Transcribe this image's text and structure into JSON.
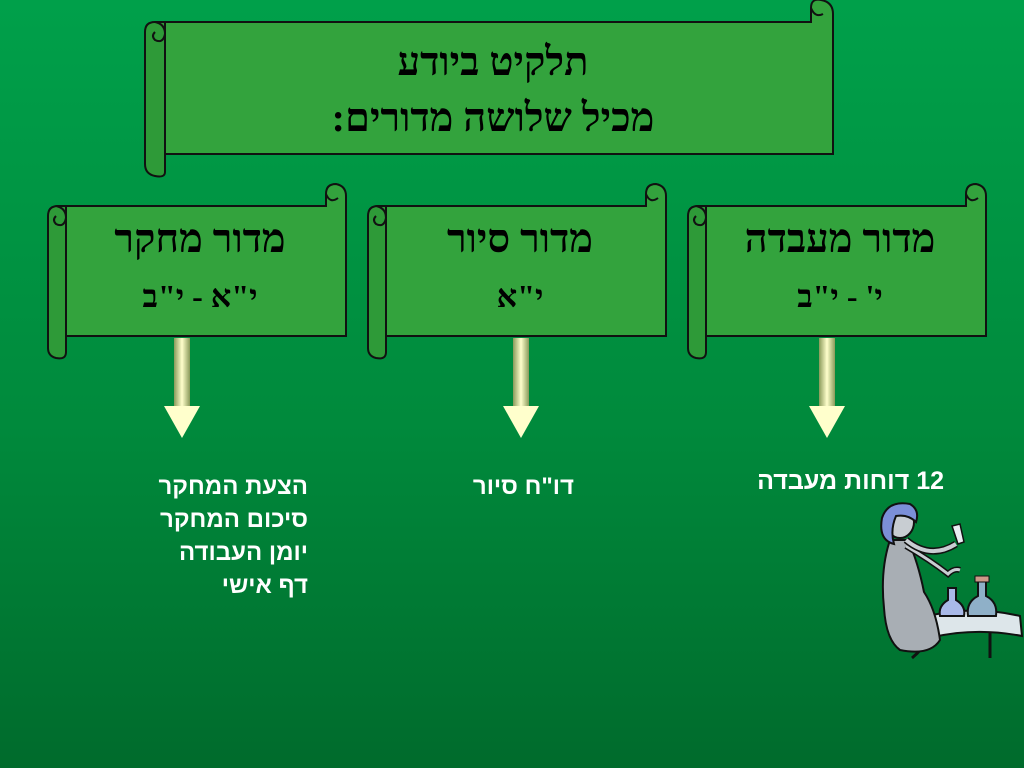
{
  "title": {
    "line1": "תלקיט ביודע",
    "line2": "מכיל שלושה מדורים:"
  },
  "sections": [
    {
      "id": "lab",
      "title": "מדור מעבדה",
      "grade": "י'  -  י\"ב",
      "items": [
        "12 דוחות מעבדה"
      ]
    },
    {
      "id": "tour",
      "title": "מדור סיור",
      "grade": "י\"א",
      "items": [
        "דו\"ח סיור"
      ]
    },
    {
      "id": "research",
      "title": "מדור מחקר",
      "grade": "י\"א  -  י\"ב",
      "items": [
        "הצעת המחקר",
        "סיכום המחקר",
        "יומן העבודה",
        "דף אישי"
      ]
    }
  ],
  "colors": {
    "background_top": "#00a04a",
    "background_bottom": "#006b2c",
    "scroll_fill": "#33a33d",
    "scroll_stroke": "#111111",
    "arrow_light": "#ffffcc",
    "arrow_dark": "#8a9a5a",
    "list_text": "#ffffff"
  },
  "icons": {
    "figure": "woman-scientist-clipart"
  }
}
